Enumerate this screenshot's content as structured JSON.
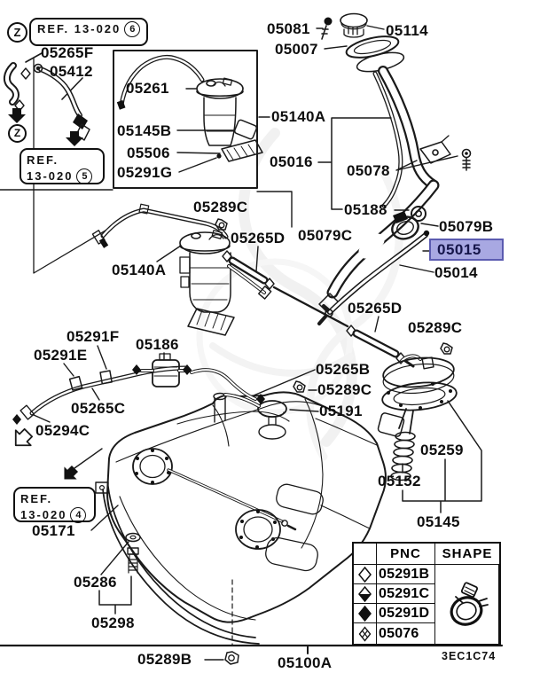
{
  "doc_code": "3EC1C74",
  "z_marker": "Z",
  "ref_top": {
    "z": "Z",
    "text": "REF. 13-020",
    "num": "6"
  },
  "ref_mid": {
    "line1": "REF.",
    "line2": "13-020",
    "num": "5"
  },
  "ref_bottom": {
    "line1": "REF.",
    "line2": "13-020",
    "num": "4"
  },
  "highlight": {
    "part": "05015",
    "background": "#a8a8e2",
    "border": "#5b5bb0",
    "text_color": "#16164a"
  },
  "parts": {
    "05265F": "05265F",
    "05412": "05412",
    "05261": "05261",
    "05145B": "05145B",
    "05506": "05506",
    "05291G": "05291G",
    "05081": "05081",
    "05007": "05007",
    "05114": "05114",
    "05140A": "05140A",
    "05016": "05016",
    "05078": "05078",
    "05188": "05188",
    "05289C": "05289C",
    "05265D": "05265D",
    "05079C": "05079C",
    "05079B": "05079B",
    "05014": "05014",
    "05291F": "05291F",
    "05291E": "05291E",
    "05186": "05186",
    "05265C": "05265C",
    "05294C": "05294C",
    "05265B": "05265B",
    "05191": "05191",
    "05259": "05259",
    "05152": "05152",
    "05145": "05145",
    "05171": "05171",
    "05286": "05286",
    "05298": "05298",
    "05289B": "05289B",
    "05100A": "05100A"
  },
  "table": {
    "headers": {
      "pnc": "PNC",
      "shape": "SHAPE"
    },
    "rows": [
      {
        "symbol": "diamond-outline",
        "pnc": "05291B"
      },
      {
        "symbol": "diamond-half-filled",
        "pnc": "05291C"
      },
      {
        "symbol": "diamond-filled",
        "pnc": "05291D"
      },
      {
        "symbol": "diamond-crossed",
        "pnc": "05076"
      }
    ]
  }
}
